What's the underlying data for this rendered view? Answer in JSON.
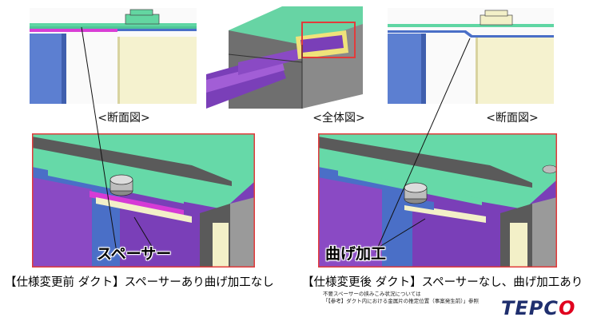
{
  "captions": {
    "section_left": "<断面図>",
    "overall": "<全体図>",
    "section_right": "<断面図>"
  },
  "callouts": {
    "spacer": "スペーサー",
    "bending": "曲げ加工"
  },
  "headings": {
    "before": "【仕様変更前 ダクト】スペーサーあり曲げ加工なし",
    "after": "【仕様変更後 ダクト】スペーサーなし、曲げ加工あり"
  },
  "note": {
    "line1": "不要スペーサーの挟みこみ状況については",
    "line2": "「【参考】ダクト内における金属片の推定位置（事案発生前）」参照"
  },
  "logo": {
    "text_main": "TEPC",
    "text_o": "O"
  },
  "colors": {
    "green": "#66d9a8",
    "magenta": "#d63bd6",
    "purple": "#7b3fb5",
    "blue": "#4a6fc7",
    "cream": "#f3f0c8",
    "grey": "#7a7a7a",
    "red_frame": "#e23b3b",
    "logo_blue": "#1f2f6e",
    "logo_red": "#e0001e"
  }
}
